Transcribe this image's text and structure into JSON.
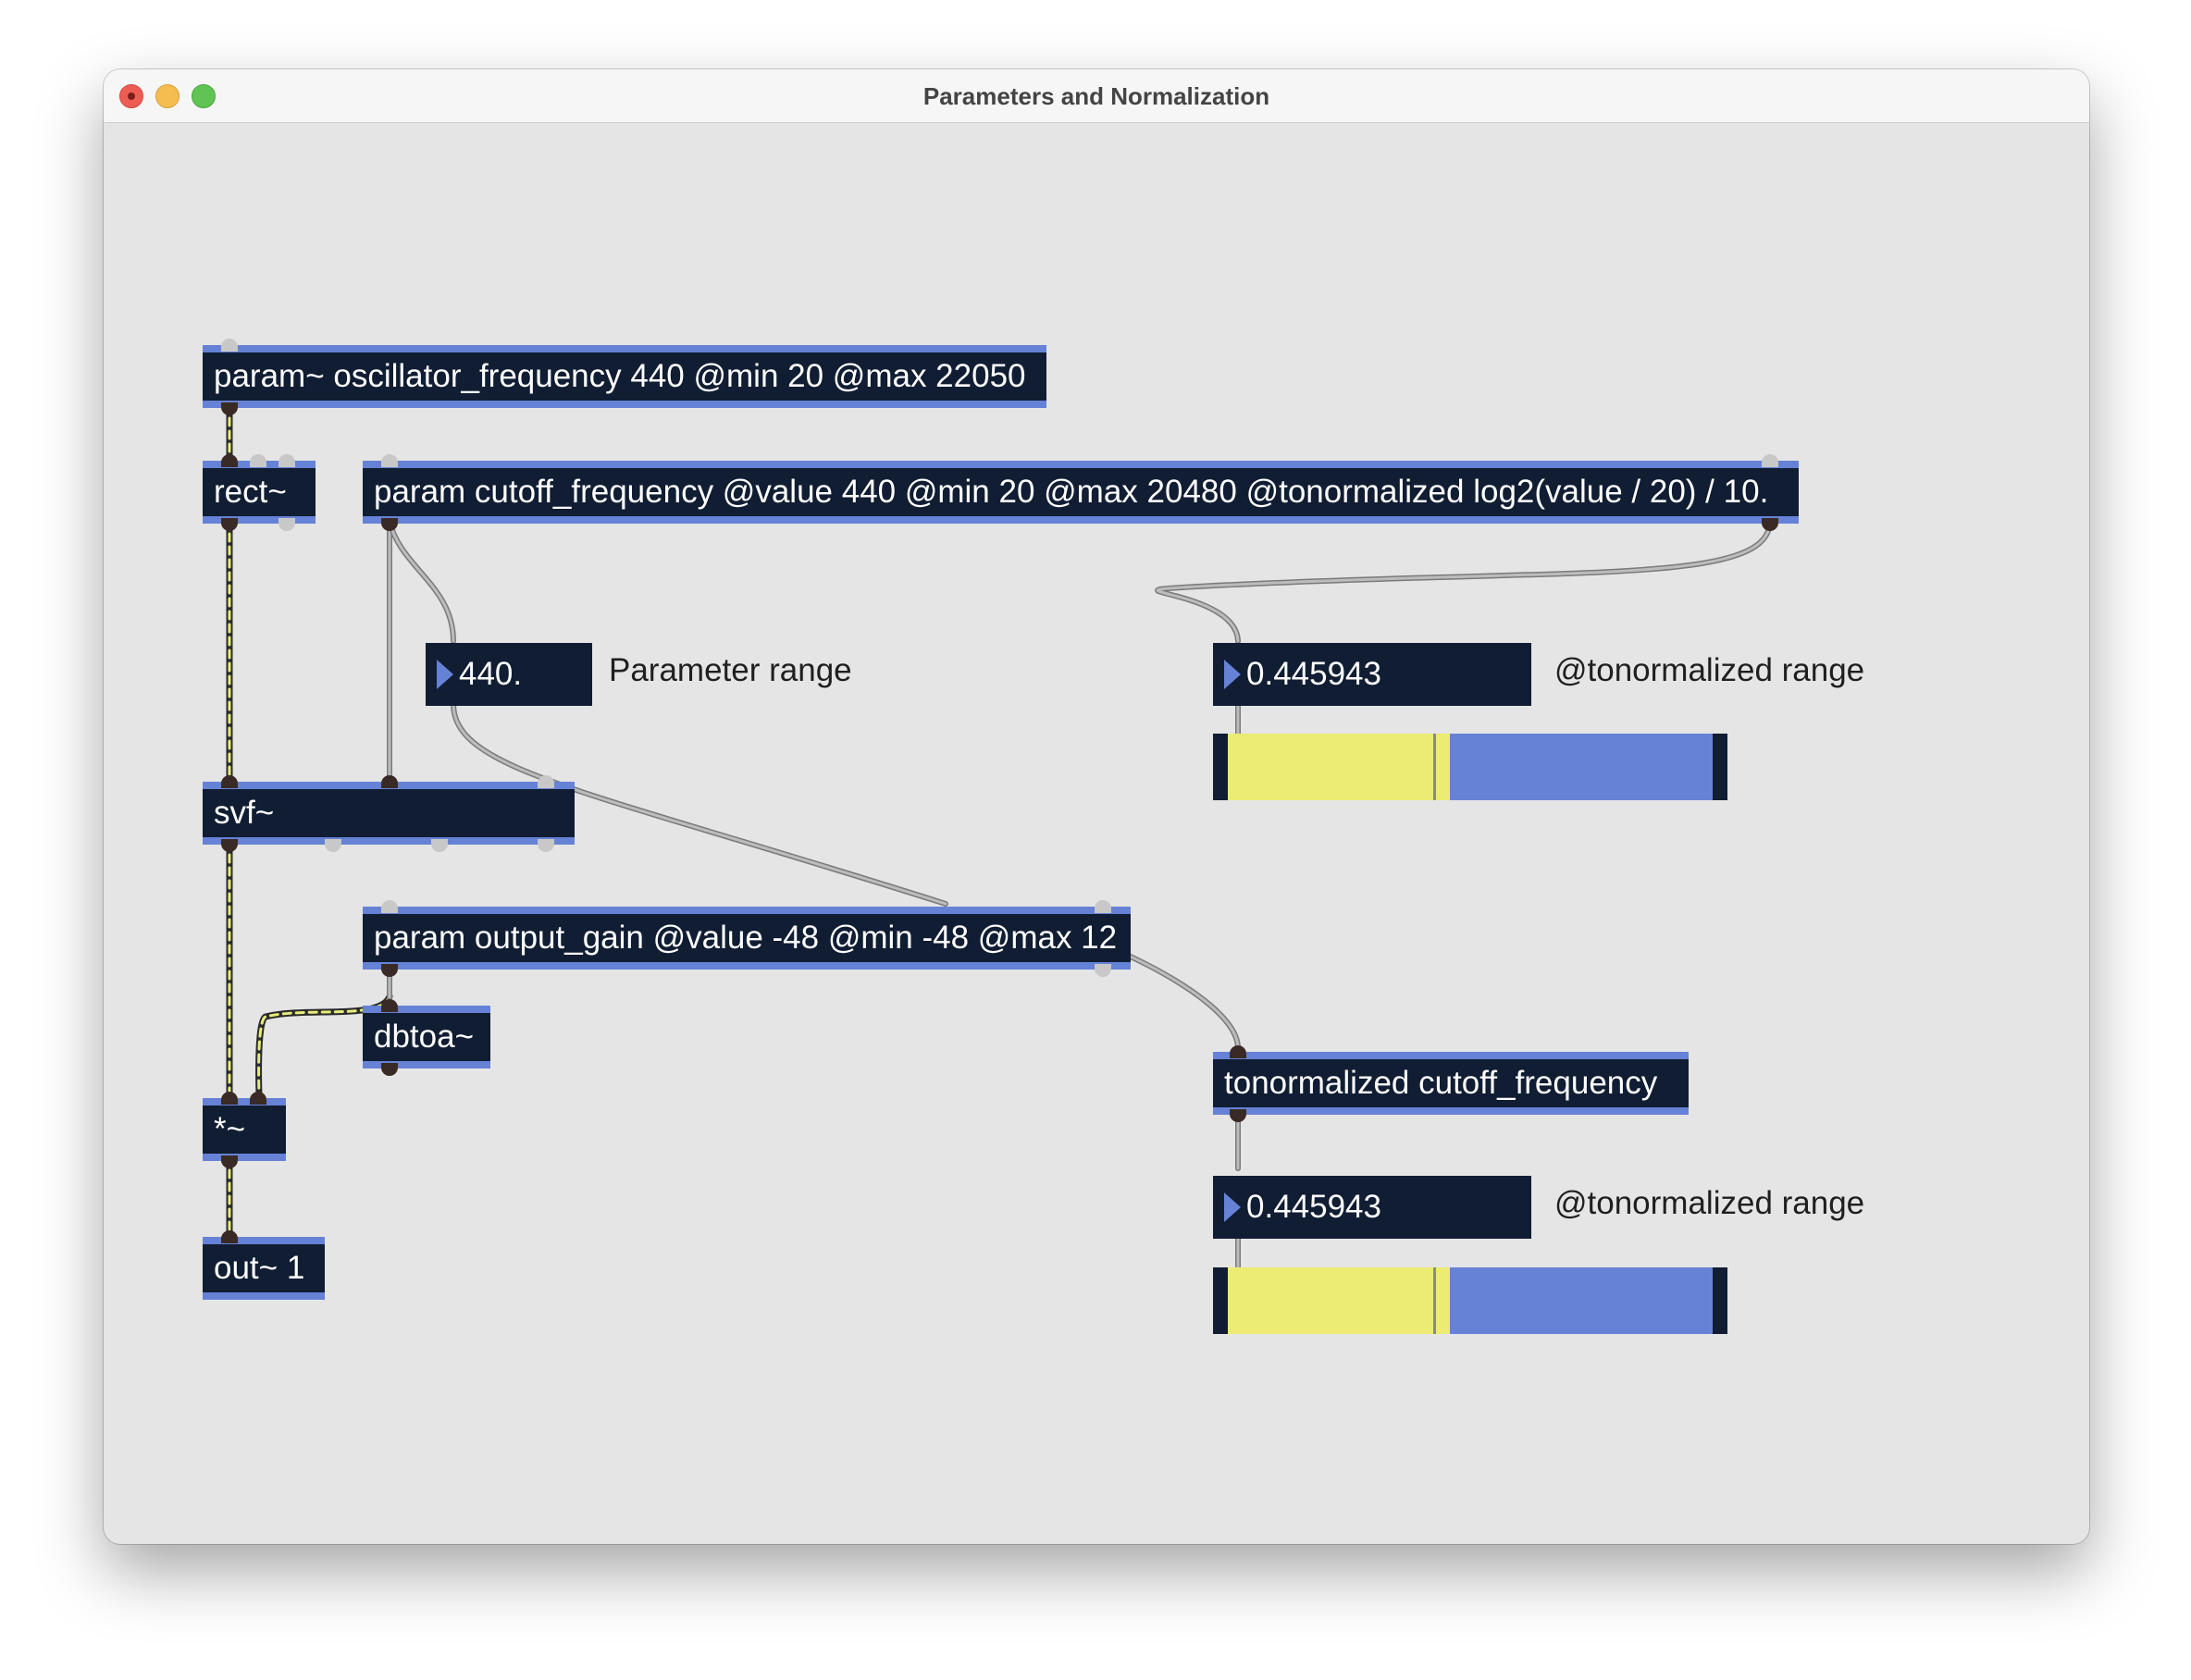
{
  "window": {
    "title": "Parameters and Normalization"
  },
  "objects": {
    "param_osc": "param~ oscillator_frequency 440 @min 20 @max 22050",
    "rect": "rect~",
    "param_cutoff": "param cutoff_frequency @value 440 @min 20 @max 20480 @tonormalized log2(value / 20) / 10.",
    "svf": "svf~",
    "param_gain": "param output_gain @value -48 @min -48 @max 12",
    "dbtoa": "dbtoa~",
    "mult": "*~",
    "out": "out~ 1",
    "tonormalized": "tonormalized cutoff_frequency"
  },
  "numbers": {
    "cutoff_value": "440.",
    "normalized_value_1": "0.445943",
    "normalized_value_2": "0.445943"
  },
  "comments": {
    "param_range": "Parameter range",
    "tonorm_range_1": "@tonormalized range",
    "tonorm_range_2": "@tonormalized range"
  },
  "sliders": {
    "slider_1_value": 0.445943,
    "slider_2_value": 0.445943
  },
  "colors": {
    "object_bg": "#101d33",
    "object_border": "#6682d6",
    "slider_fill": "#ecec74",
    "canvas_bg": "#e5e5e5"
  }
}
